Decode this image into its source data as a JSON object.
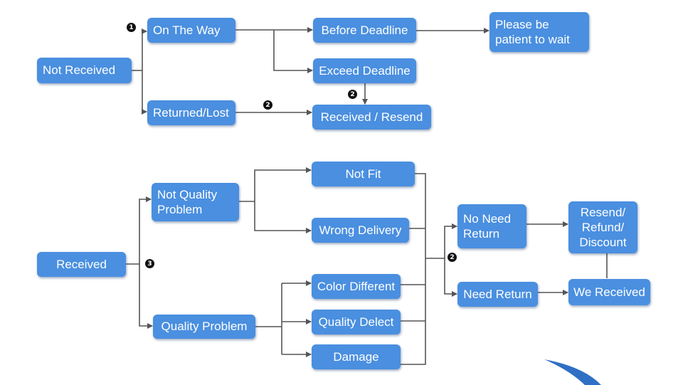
{
  "nodes": {
    "not_received": "Not   Received",
    "on_the_way": "On The Way",
    "returned_lost": "Returned/Lost",
    "before_deadline": "Before Deadline",
    "exceed_deadline": "Exceed Deadline",
    "received_resend": "Received / Resend",
    "please_wait": "Please be\npatient to wait",
    "received": "Received",
    "not_quality_problem": "Not   Quality\nProblem",
    "quality_problem": "Quality Problem",
    "not_fit": "Not Fit",
    "wrong_delivery": "Wrong Delivery",
    "color_different": "Color Different",
    "quality_delect": "Quality Delect",
    "damage": "Damage",
    "no_need_return": "No Need\nReturn",
    "need_return": "Need Return",
    "resend_refund_discount": "Resend/\nRefund/\nDiscount",
    "we_received": "We Received"
  },
  "badges": {
    "b1": "1",
    "b2a": "2",
    "b2b": "2",
    "b2c": "2",
    "b3": "3"
  },
  "colors": {
    "node_fill": "#4a8fe0",
    "connector": "#555555",
    "badge": "#111111",
    "accent_swoosh": "#2f6fc4"
  }
}
